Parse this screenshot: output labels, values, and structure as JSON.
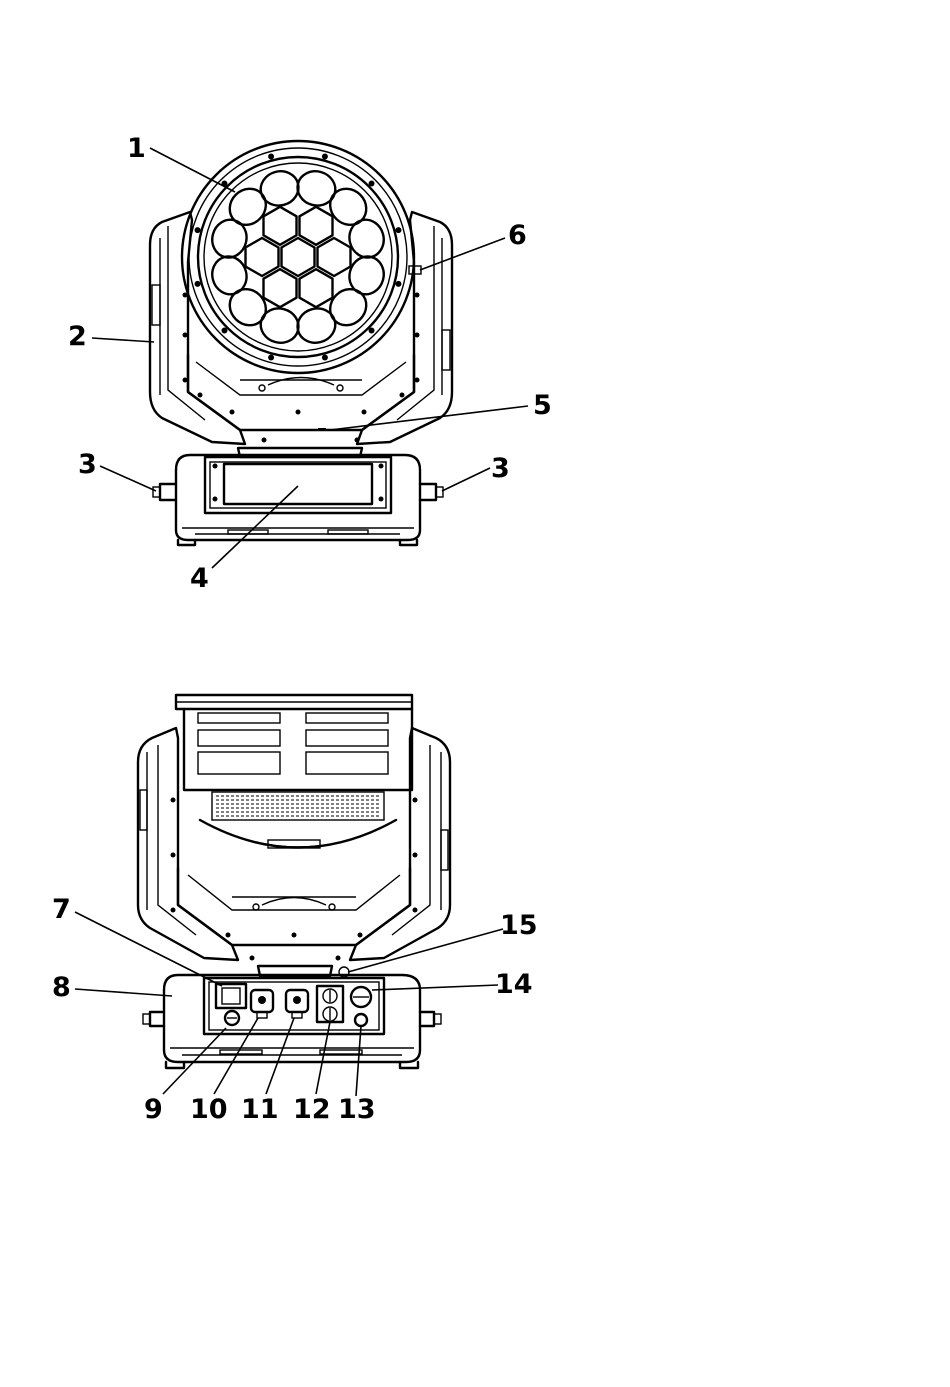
{
  "front_view": {
    "callouts": [
      {
        "id": "1",
        "text": "1"
      },
      {
        "id": "2",
        "text": "2"
      },
      {
        "id": "3l",
        "text": "3"
      },
      {
        "id": "3r",
        "text": "3"
      },
      {
        "id": "4",
        "text": "4"
      },
      {
        "id": "5",
        "text": "5"
      },
      {
        "id": "6",
        "text": "6"
      }
    ]
  },
  "rear_view": {
    "callouts": [
      {
        "id": "7",
        "text": "7"
      },
      {
        "id": "8",
        "text": "8"
      },
      {
        "id": "9",
        "text": "9"
      },
      {
        "id": "10",
        "text": "10"
      },
      {
        "id": "11",
        "text": "11"
      },
      {
        "id": "12",
        "text": "12"
      },
      {
        "id": "13",
        "text": "13"
      },
      {
        "id": "14",
        "text": "14"
      },
      {
        "id": "15",
        "text": "15"
      }
    ]
  },
  "icons": [
    "moving-head-front-view",
    "moving-head-rear-view"
  ]
}
